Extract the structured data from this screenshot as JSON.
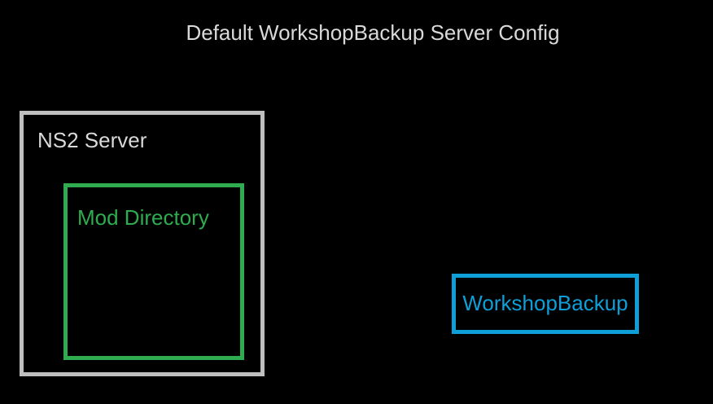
{
  "title": "Default WorkshopBackup Server Config",
  "colors": {
    "background": "#000000",
    "title_text": "#D9D9D9",
    "server_border": "#BFBFBF",
    "server_text": "#D9D9D9",
    "mod_green": "#2EAC4F",
    "backup_blue": "#0E9ED8"
  },
  "boxes": {
    "ns2_server": {
      "label": "NS2 Server"
    },
    "mod_directory": {
      "label": "Mod Directory"
    },
    "workshop_backup": {
      "label": "WorkshopBackup"
    }
  }
}
